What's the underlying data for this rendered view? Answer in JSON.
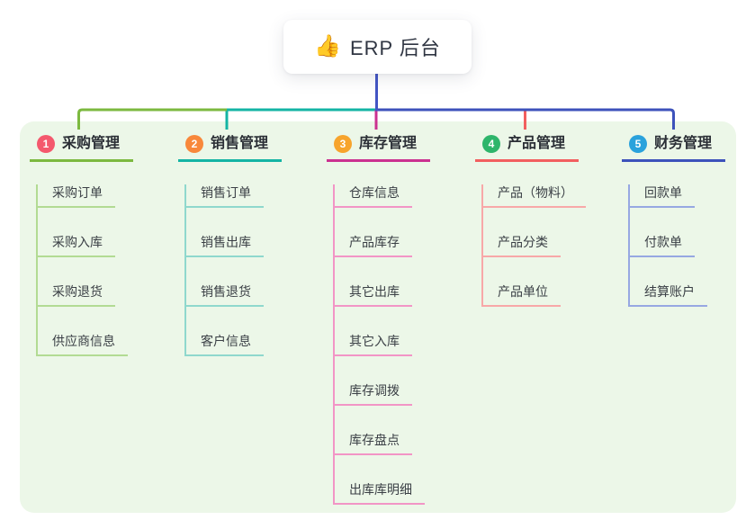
{
  "root": {
    "emoji": "👍",
    "icon": "thumbs-up-icon",
    "label": "ERP 后台"
  },
  "canvas": {
    "background": "#ffffff",
    "panel_background": "#ecf7e8",
    "trunk_color": "#4355c4"
  },
  "branches": [
    {
      "number": "1",
      "label": "采购管理",
      "badge_color": "#f4586d",
      "line_color": "#7cb93f",
      "child_line_color": "#b2db93",
      "items": [
        "采购订单",
        "采购入库",
        "采购退货",
        "供应商信息"
      ]
    },
    {
      "number": "2",
      "label": "销售管理",
      "badge_color": "#f8883b",
      "line_color": "#14b4a4",
      "child_line_color": "#8fd8cd",
      "items": [
        "销售订单",
        "销售出库",
        "销售退货",
        "客户信息"
      ]
    },
    {
      "number": "3",
      "label": "库存管理",
      "badge_color": "#f7a42c",
      "line_color": "#cb3190",
      "child_line_color": "#f295c6",
      "items": [
        "仓库信息",
        "产品库存",
        "其它出库",
        "其它入库",
        "库存调拨",
        "库存盘点",
        "出库库明细"
      ]
    },
    {
      "number": "4",
      "label": "产品管理",
      "badge_color": "#2eb56b",
      "line_color": "#f25f5f",
      "child_line_color": "#f8a8a8",
      "items": [
        "产品（物料）",
        "产品分类",
        "产品单位"
      ]
    },
    {
      "number": "5",
      "label": "财务管理",
      "badge_color": "#2aa2dc",
      "line_color": "#3d52bb",
      "child_line_color": "#97a8e2",
      "items": [
        "回款单",
        "付款单",
        "结算账户"
      ]
    }
  ]
}
